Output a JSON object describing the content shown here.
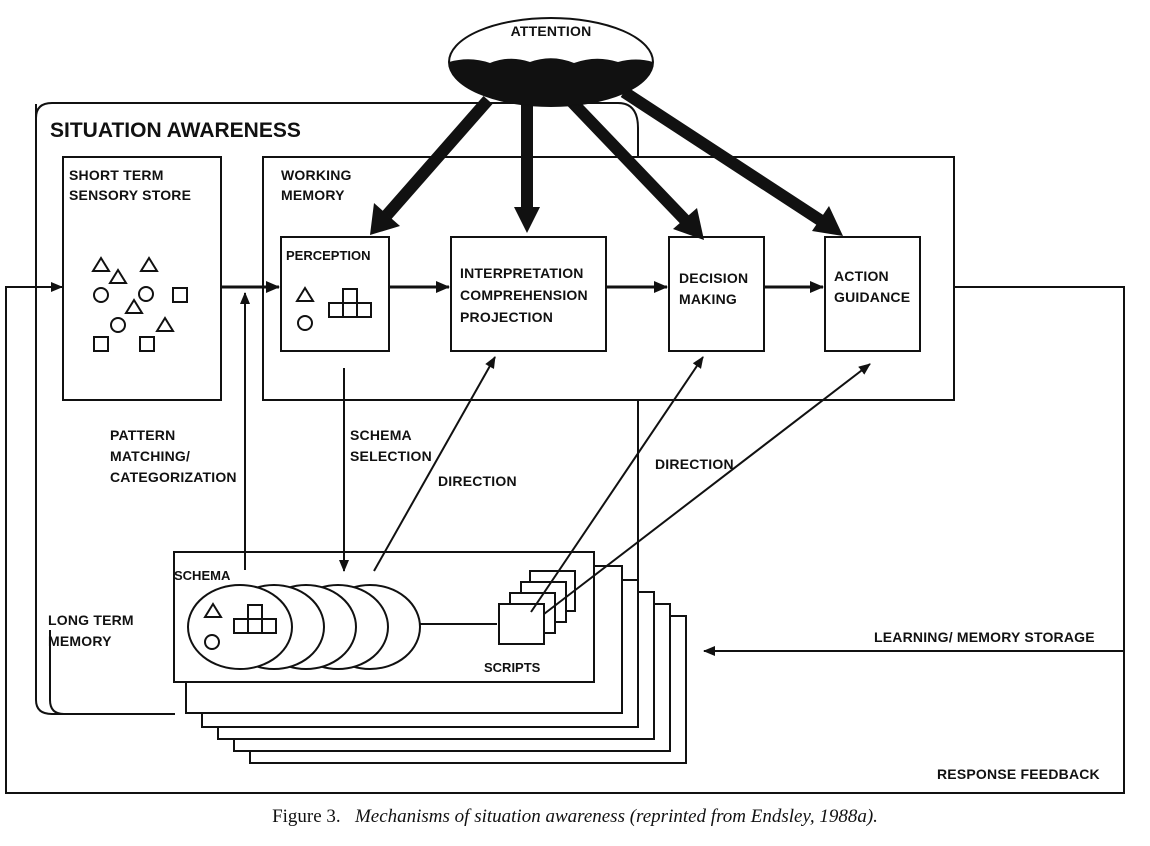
{
  "attention": "ATTENTION",
  "situation_awareness": "SITUATION AWARENESS",
  "sensory_store": {
    "line1": "SHORT TERM",
    "line2": "SENSORY STORE"
  },
  "working_memory": {
    "line1": "WORKING",
    "line2": "MEMORY"
  },
  "perception": "PERCEPTION",
  "interpretation": {
    "line1": "INTERPRETATION",
    "line2": "COMPREHENSION",
    "line3": "PROJECTION"
  },
  "decision": {
    "line1": "DECISION",
    "line2": "MAKING"
  },
  "action": {
    "line1": "ACTION",
    "line2": "GUIDANCE"
  },
  "pattern_matching": {
    "line1": "PATTERN",
    "line2": "MATCHING/",
    "line3": "CATEGORIZATION"
  },
  "schema_selection": {
    "line1": "SCHEMA",
    "line2": "SELECTION"
  },
  "direction_1": "DIRECTION",
  "direction_2": "DIRECTION",
  "schema": "SCHEMA",
  "scripts": "SCRIPTS",
  "long_term_memory": {
    "line1": "LONG TERM",
    "line2": "MEMORY"
  },
  "learning": "LEARNING/ MEMORY STORAGE",
  "response_feedback": "RESPONSE FEEDBACK",
  "caption": {
    "prefix": "Figure 3.",
    "text": "Mechanisms of situation awareness (reprinted from Endsley, 1988a)."
  }
}
